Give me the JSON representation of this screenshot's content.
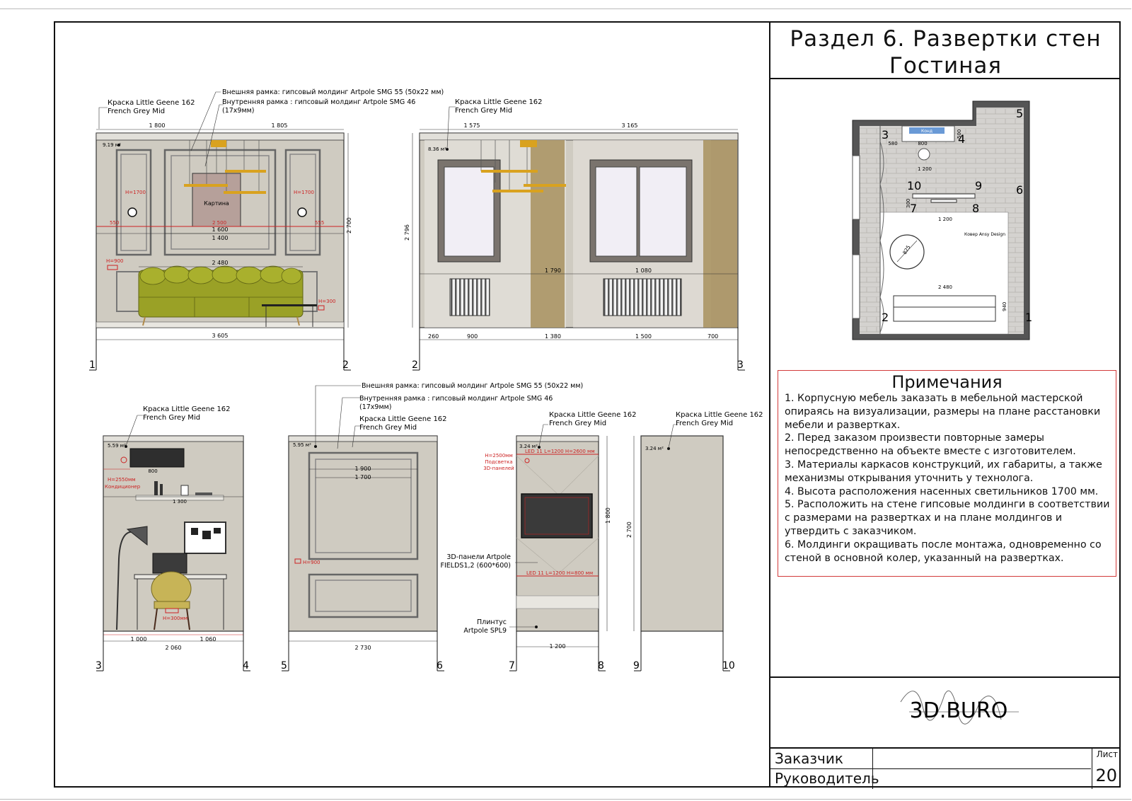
{
  "title": {
    "line1": "Раздел 6. Развертки стен",
    "line2": "Гостиная"
  },
  "labels": {
    "paint": "Краска Little Geene 162",
    "paint_name": "French Grey Mid",
    "outer_frame": "Внешняя рамка: гипсовый молдинг Artpole SMG 55 (50x22 мм)",
    "inner_frame": "Внутренняя рамка : гипсовый молдинг Artpole SMG 46",
    "inner_frame_size": "(17x9мм)",
    "panels": "3D-панели Artpole",
    "panels_model": "FIELDS1,2 (600*600)",
    "plinth": "Плинтус",
    "plinth_model": "Artpole SPL9",
    "picture": "Картина",
    "backlight_h": "H=2500мм",
    "backlight": "Подсветка",
    "backlight_obj": "3D-панелей",
    "ac_h": "H=2550мм",
    "ac": "Кондиционер",
    "led_top": "LED 11 L=1200 H=2600 мм",
    "led_bottom": "LED 11 L=1200 H=800 мм"
  },
  "areas": {
    "w1": "9.19 м²",
    "w2": "8.36 м²",
    "w3": "5.59 м²",
    "w4": "5.95 м²",
    "w5": "3.24 м²",
    "w6": "3.24 м²"
  },
  "dims": {
    "w1_top_a": "1 800",
    "w1_top_b": "1 805",
    "w1_total": "3 605",
    "w1_h": "2 700",
    "w1_sofa": "2 480",
    "w1_frame": "1 600",
    "w1_frame2": "1 400",
    "w1_ph": "2 500",
    "w2_a": "1 575",
    "w2_b": "3 165",
    "w2_h": "2 796",
    "w2_b1": "260",
    "w2_b2": "900",
    "w2_b3": "1 380",
    "w2_b4": "1 500",
    "w2_b5": "700",
    "w2_rad1": "1 790",
    "w2_rad2": "1 080",
    "w3_total": "2 060",
    "w3_a": "1 000",
    "w3_b": "1 060",
    "w3_shelf": "1 300",
    "w3_ac": "800",
    "w4_total": "2 730",
    "w4_f1": "1 900",
    "w4_f2": "1 700",
    "w5_total": "1 200",
    "w5_h": "1 800",
    "w6_h": "2 700",
    "s_h1700": "H=1700",
    "s_h900": "H=900",
    "s_h300": "H=300",
    "s_h300mm": "H=300мм",
    "s_550": "550",
    "s_555": "555"
  },
  "axes": {
    "a1": "1",
    "a2": "2",
    "a2b": "2",
    "a3": "3",
    "a3b": "3",
    "a4": "4",
    "a5": "5",
    "a6": "6",
    "a7": "7",
    "a8": "8",
    "a9": "9",
    "a10": "10"
  },
  "plan": {
    "carpet": "Ковер Ansy Design",
    "cond": "Конд",
    "d800": "800",
    "d580": "580",
    "d500": "500",
    "d1200a": "1 200",
    "d1200b": "1 200",
    "d300": "300",
    "d825": "825",
    "d2480": "2 480",
    "d940": "940",
    "n1": "1",
    "n2": "2",
    "n3": "3",
    "n4": "4",
    "n5": "5",
    "n6": "6",
    "n7": "7",
    "n8": "8",
    "n9": "9",
    "n10": "10"
  },
  "notes": {
    "title": "Примечания",
    "items": [
      "1. Корпусную мебель заказать в мебельной мастерской опираясь на визуализации, размеры на плане расстановки мебели и развертках.",
      "2. Перед заказом произвести повторные замеры непосредственно на объекте вместе с изготовителем.",
      "3. Материалы каркасов конструкций, их габариты, а также механизмы открывания уточнить у технолога.",
      "4. Высота расположения насенных светильников 1700 мм.",
      "5. Расположить на стене гипсовые молдинги в соответствии с размерами на развертках и на плане молдингов и утвердить с заказчиком.",
      "6. Молдинги окращивать после монтажа, одновременно со стеной в основной колер, указанный на развертках."
    ]
  },
  "stamp": {
    "customer": "Заказчик",
    "manager": "Руководитель",
    "sheet_label": "Лист",
    "sheet_number": "20"
  },
  "logo": "3D.BURO",
  "colors": {
    "wall": "#cfcbc1",
    "sofa": "#9aa126",
    "wood": "#b08a4a",
    "curtain": "#a8905e",
    "chair": "#c7b457",
    "red": "#cc2222"
  }
}
